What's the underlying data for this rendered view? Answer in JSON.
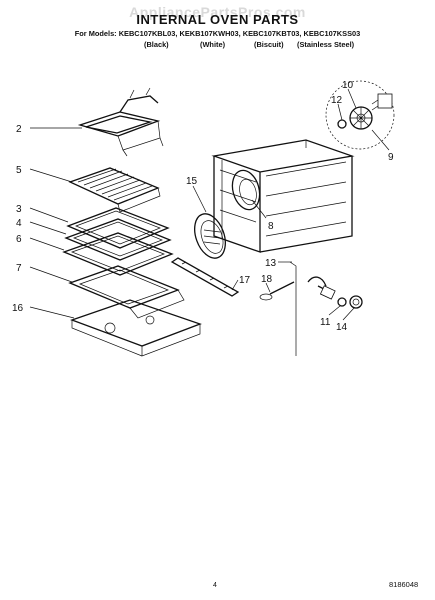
{
  "watermark": "AppliancePartsPros.com",
  "title": "INTERNAL OVEN PARTS",
  "models_line": "For Models: KEBC107KBL03, KEKB107KWH03, KEBC107KBT03, KEBC107KSS03",
  "variants": [
    "(Black)",
    "(White)",
    "(Biscuit)",
    "(Stainless Steel)"
  ],
  "callouts": [
    "2",
    "5",
    "3",
    "4",
    "6",
    "7",
    "16",
    "15",
    "8",
    "9",
    "10",
    "12",
    "13",
    "17",
    "18",
    "11",
    "14"
  ],
  "page_number": "4",
  "document_number": "8186048"
}
